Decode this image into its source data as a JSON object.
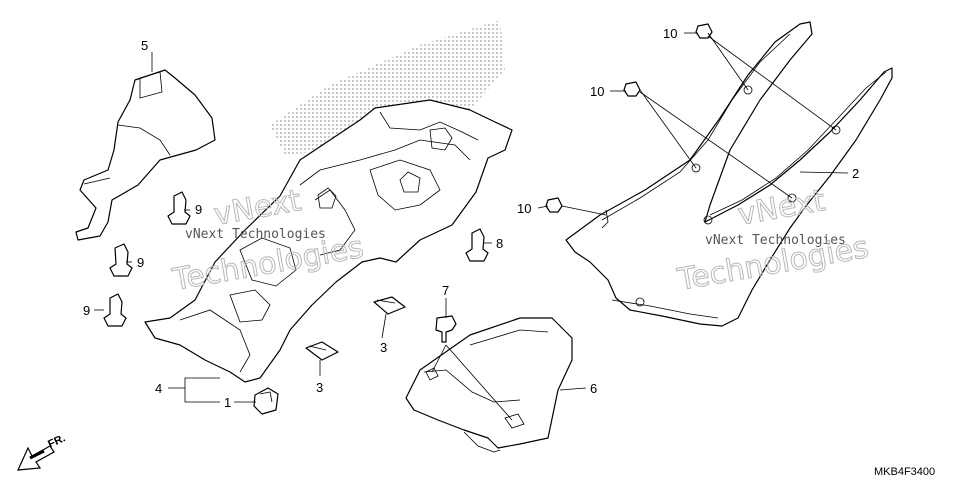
{
  "callouts": {
    "c1": "1",
    "c2": "2",
    "c3a": "3",
    "c3b": "3",
    "c4": "4",
    "c5": "5",
    "c6": "6",
    "c7": "7",
    "c8": "8",
    "c9a": "9",
    "c9b": "9",
    "c9c": "9",
    "c10a": "10",
    "c10b": "10",
    "c10c": "10"
  },
  "direction_label": "FR.",
  "diagram_code": "MKB4F3400",
  "watermarks": {
    "small": "vNext Technologies",
    "big": "Technologies",
    "big_alt": "vNext"
  }
}
